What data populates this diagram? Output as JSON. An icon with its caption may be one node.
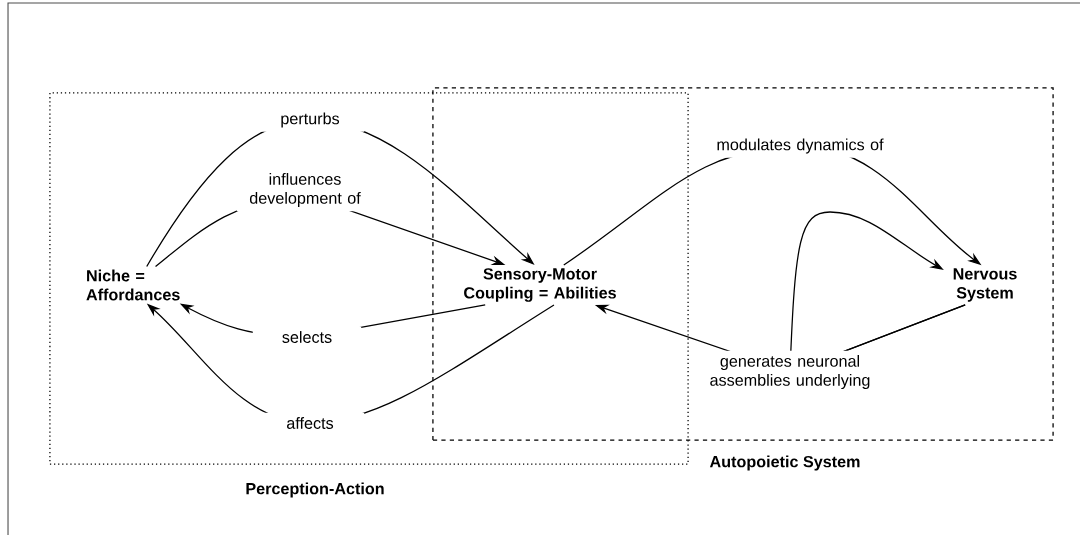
{
  "diagram": {
    "nodes": [
      {
        "text": [
          "Perception-Action"
        ]
      },
      {
        "text": [
          "Autopoietic System"
        ]
      },
      {
        "text": [
          "Niche = Affordances"
        ],
        "in": 0
      },
      {
        "text": [
          "Sensory-Motor Coupling = Abilities"
        ]
      },
      {
        "text": [
          "Nervous System"
        ],
        "in": 1
      }
    ],
    "edges": [
      {
        "from": 2,
        "to": 3,
        "arrow": "to",
        "label": "perturbs"
      },
      {
        "from": 2,
        "to": 3,
        "arrow": "to",
        "label": "influences development of"
      },
      {
        "from": 3,
        "to": 2,
        "arrow": "to",
        "label": "selects"
      },
      {
        "from": 3,
        "to": 2,
        "arrow": "to",
        "label": "affects"
      },
      {
        "from": 3,
        "to": 4,
        "arrow": "to",
        "label": "modulates dynamics of"
      },
      {
        "from": 4,
        "to": 3,
        "arrow": "to",
        "label": "generates neuronal assemblies underlying"
      },
      {
        "from": 4,
        "to": 4,
        "arrow": "to"
      }
    ]
  }
}
